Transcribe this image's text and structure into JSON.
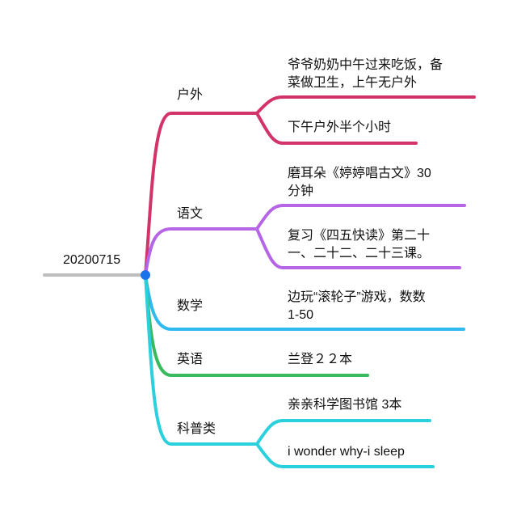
{
  "root": {
    "label": "20200715"
  },
  "colors": {
    "root_line": "#bdbdbd",
    "root_dot": "#1a73e8",
    "hw": "#d23369",
    "chinese": "#b565e6",
    "math": "#2fb9ee",
    "english": "#3aba5e",
    "science": "#2ad1dd"
  },
  "branches": [
    {
      "id": "hw",
      "label": "户外",
      "color_key": "hw",
      "children": [
        {
          "lines": [
            "爷爷奶奶中午过来吃饭，备",
            "菜做卫生，上午无户外"
          ]
        },
        {
          "lines": [
            "下午户外半个小时"
          ]
        }
      ]
    },
    {
      "id": "chinese",
      "label": "语文",
      "color_key": "chinese",
      "children": [
        {
          "lines": [
            "磨耳朵《婷婷唱古文》30",
            "分钟"
          ]
        },
        {
          "lines": [
            "复习《四五快读》第二十",
            "一、二十二、二十三课。"
          ]
        }
      ]
    },
    {
      "id": "math",
      "label": "数学",
      "color_key": "math",
      "children": [
        {
          "lines": [
            "边玩“滚轮子”游戏，数数",
            "1-50"
          ]
        }
      ]
    },
    {
      "id": "english",
      "label": "英语",
      "color_key": "english",
      "children": [
        {
          "lines": [
            "兰登２２本"
          ]
        }
      ]
    },
    {
      "id": "science",
      "label": "科普类",
      "color_key": "science",
      "children": [
        {
          "lines": [
            "亲亲科学图书馆 3本"
          ]
        },
        {
          "lines": [
            "i wonder why-i sleep"
          ]
        }
      ]
    }
  ]
}
